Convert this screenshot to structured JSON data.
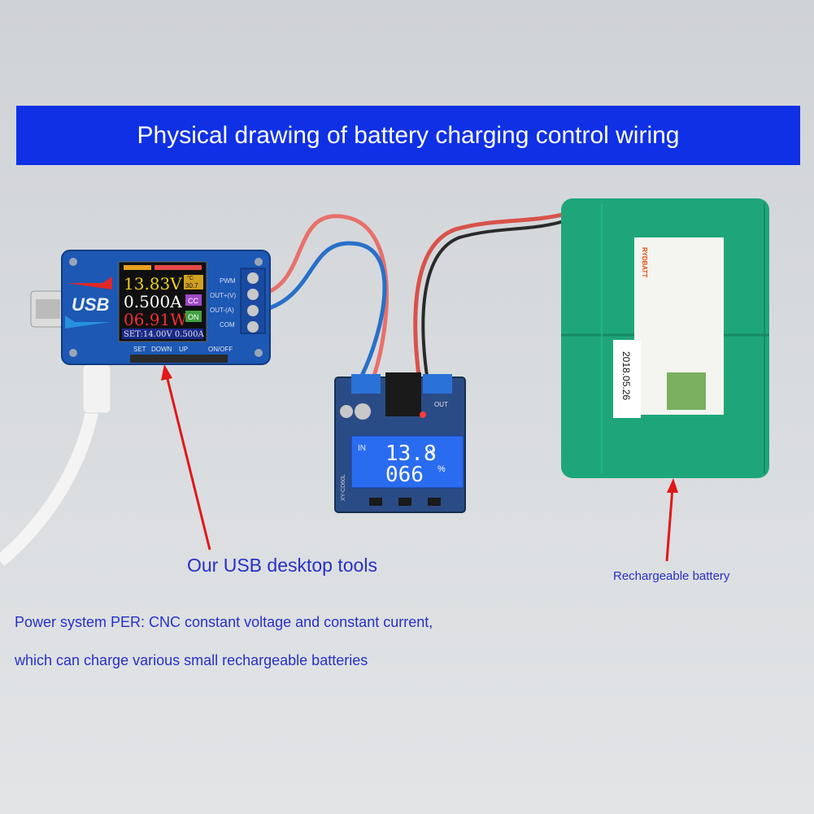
{
  "banner": {
    "title": "Physical drawing of battery charging control wiring"
  },
  "usb_tool": {
    "logo": "USB",
    "screen": {
      "voltage": "13.83V",
      "current": "0.500A",
      "power": "06.91W",
      "temp": "30.7",
      "temp_unit": "°C",
      "mode": "CC",
      "state": "ON",
      "set_line": "SET:14.00V 0.500A"
    },
    "terminals": [
      "PWM",
      "OUT+(V)",
      "OUT-(A)",
      "COM"
    ],
    "buttons": [
      "SET",
      "DOWN",
      "UP",
      "ON/OFF"
    ]
  },
  "controller": {
    "lcd_in": "IN",
    "lcd_voltage": "13.8",
    "lcd_v_unit": "V",
    "lcd_percent": "066",
    "lcd_pct_unit": "%",
    "out_label": "OUT",
    "model": "XY-CD60L"
  },
  "battery": {
    "date_label": "2018.05.26",
    "brand": "RYDBATT"
  },
  "labels": {
    "usb_tools": "Our USB desktop tools",
    "rechargeable_battery": "Rechargeable battery"
  },
  "description": "Power system PER: CNC constant voltage and constant current, which can charge various small rechargeable batteries",
  "colors": {
    "banner": "#1030e6",
    "label_text": "#2630c8",
    "arrow": "#e01818",
    "battery": "#1ea67a"
  }
}
